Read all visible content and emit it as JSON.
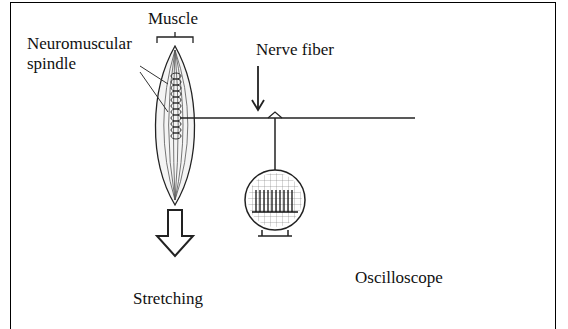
{
  "diagram": {
    "labels": [
      "Muscle",
      "Neuromuscular spindle",
      "Nerve fiber",
      "Stretching",
      "Oscilloscope"
    ]
  }
}
